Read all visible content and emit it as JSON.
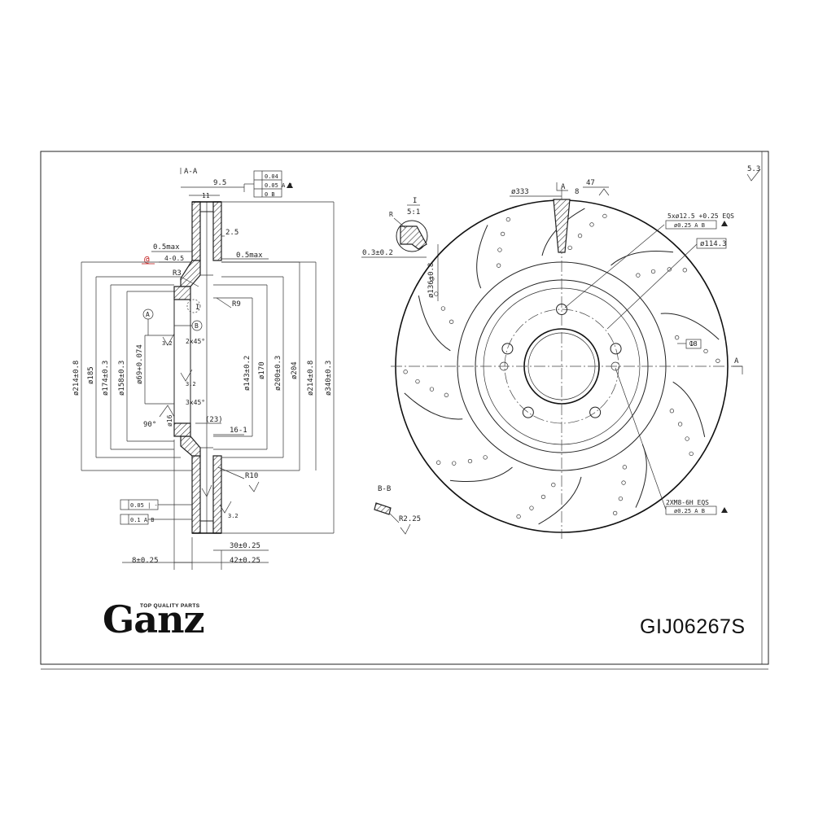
{
  "brand": {
    "name": "Ganz",
    "tagline": "TOP QUALITY PARTS"
  },
  "part_number": "GIJ06267S",
  "corner_mark": "5.3",
  "section_view": {
    "title": "A-A",
    "tolerance_blocks": {
      "top": [
        "0.04",
        "0.05 A B",
        "0 B"
      ],
      "bottom": [
        "0.05 | -",
        "0.1 A B"
      ]
    },
    "dimensions": {
      "width_top": "9.5",
      "hat_width": "11",
      "face_thickness": "2.5",
      "runout_left": "0.5max",
      "offset": "4-0.5",
      "runout_right": "0.5max",
      "radius_outer": "R3",
      "radius_inner": "R9",
      "radius_bottom": "R10",
      "chamfer_1": "2x45°",
      "chamfer_2": "3x45°",
      "angle": "90°",
      "bolt_dia": "ø16",
      "hub_inner": "(23)",
      "hub_step": "16-1",
      "surface_1": "3.2",
      "surface_2": "3.2",
      "surface_3": "3.2",
      "hat_depth": "30±0.25",
      "rim_offset": "8±0.25",
      "overall_width": "42±0.25"
    },
    "diameters": [
      "ø214±0.8",
      "ø185",
      "ø174±0.3",
      "ø158±0.3",
      "ø69+0.074",
      "ø143±0.2",
      "ø170",
      "ø200±0.3",
      "ø204",
      "ø214±0.8",
      "ø340±0.3"
    ],
    "callouts": {
      "a": "A",
      "b": "B",
      "i": "I",
      "red_mark": "@"
    }
  },
  "detail_i": {
    "label": "I",
    "scale": "5:1",
    "radius": "R",
    "gap": "0.3±0.2",
    "diameter": "ø136±0.8"
  },
  "front_view": {
    "dia_vent": "ø333",
    "section_mark": "A",
    "section_mark_right": "A",
    "slot_width": "8",
    "slot_angle": "47",
    "bolt_holes_spec": "5xø12.5 +0.25 EQS",
    "bolt_holes_tol": "ø0.25 A B",
    "pcd": "ø114.3",
    "drill_dia": "18",
    "thread_spec": "2XM8-6H EQS",
    "thread_tol": "ø0.25 A B"
  },
  "view_b": {
    "title": "B-B",
    "radius": "R2.25"
  }
}
